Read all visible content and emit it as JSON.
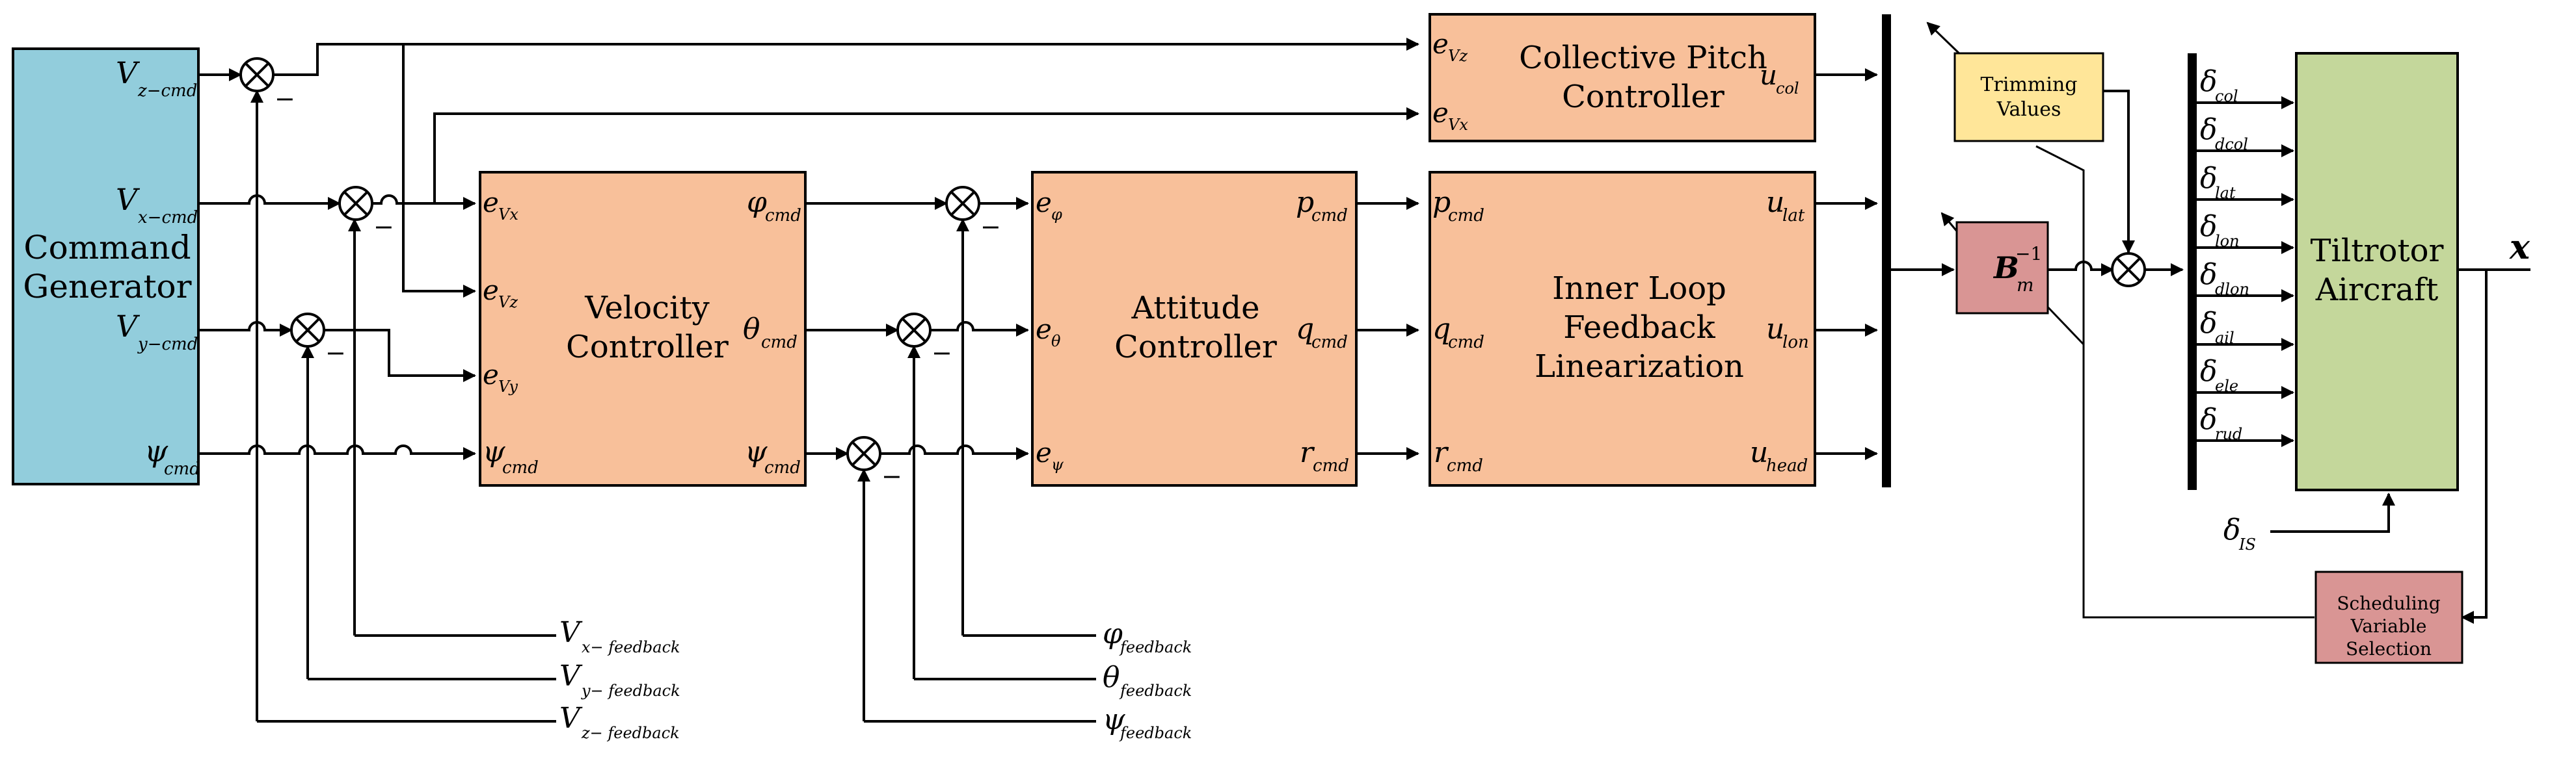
{
  "colors": {
    "command_generator": "#92CDDC",
    "controller": "#F8C09A",
    "trimming": "#FFE699",
    "binv": "#D99594",
    "scheduling": "#D99594",
    "aircraft": "#C4D79B"
  },
  "blocks": {
    "command_generator": {
      "label_line1": "Command",
      "label_line2": "Generator"
    },
    "collective_pitch": {
      "label_line1": "Collective Pitch",
      "label_line2": "Controller"
    },
    "velocity": {
      "label_line1": "Velocity",
      "label_line2": "Controller"
    },
    "attitude": {
      "label_line1": "Attitude",
      "label_line2": "Controller"
    },
    "inner_loop": {
      "label_line1": "Inner Loop",
      "label_line2": "Feedback",
      "label_line3": "Linearization"
    },
    "trimming": {
      "label_line1": "Trimming",
      "label_line2": "Values"
    },
    "binv": {
      "base": "B",
      "sup": "−1",
      "sub": "m"
    },
    "scheduling": {
      "label_line1": "Scheduling",
      "label_line2": "Variable",
      "label_line3": "Selection"
    },
    "aircraft": {
      "label_line1": "Tiltrotor",
      "label_line2": "Aircraft"
    }
  },
  "signals": {
    "cmd": {
      "vz": {
        "base": "V",
        "sub": "z−cmd"
      },
      "vx": {
        "base": "V",
        "sub": "x−cmd"
      },
      "vy": {
        "base": "V",
        "sub": "y−cmd"
      },
      "psi": {
        "base": "ψ",
        "sub": "cmd"
      }
    },
    "cpc_in": {
      "evz": {
        "base": "e",
        "sub": "Vz"
      },
      "evx": {
        "base": "e",
        "sub": "Vx"
      },
      "out": {
        "base": "u",
        "sub": "col"
      }
    },
    "vel_in": {
      "evx": {
        "base": "e",
        "sub": "Vx"
      },
      "evz": {
        "base": "e",
        "sub": "Vz"
      },
      "evy": {
        "base": "e",
        "sub": "Vy"
      },
      "psi": {
        "base": "ψ",
        "sub": "cmd"
      }
    },
    "vel_out": {
      "phi": {
        "base": "φ",
        "sub": "cmd"
      },
      "theta": {
        "base": "θ",
        "sub": "cmd"
      },
      "psi": {
        "base": "ψ",
        "sub": "cmd"
      }
    },
    "att_in": {
      "ephi": {
        "base": "e",
        "sub": "φ"
      },
      "etheta": {
        "base": "e",
        "sub": "θ"
      },
      "epsi": {
        "base": "e",
        "sub": "ψ"
      }
    },
    "att_out": {
      "p": {
        "base": "p",
        "sub": "cmd"
      },
      "q": {
        "base": "q",
        "sub": "cmd"
      },
      "r": {
        "base": "r",
        "sub": "cmd"
      }
    },
    "il_in": {
      "p": {
        "base": "p",
        "sub": "cmd"
      },
      "q": {
        "base": "q",
        "sub": "cmd"
      },
      "r": {
        "base": "r",
        "sub": "cmd"
      }
    },
    "il_out": {
      "lat": {
        "base": "u",
        "sub": "lat"
      },
      "lon": {
        "base": "u",
        "sub": "lon"
      },
      "head": {
        "base": "u",
        "sub": "head"
      }
    },
    "deltas": [
      {
        "base": "δ",
        "sub": "col"
      },
      {
        "base": "δ",
        "sub": "dcol"
      },
      {
        "base": "δ",
        "sub": "lat"
      },
      {
        "base": "δ",
        "sub": "lon"
      },
      {
        "base": "δ",
        "sub": "dlon"
      },
      {
        "base": "δ",
        "sub": "ail"
      },
      {
        "base": "δ",
        "sub": "ele"
      },
      {
        "base": "δ",
        "sub": "rud"
      }
    ],
    "delta_is": {
      "base": "δ",
      "sub": "IS"
    },
    "state_out": "x",
    "feedback": {
      "vx": {
        "base": "V",
        "sub": "x− feedback"
      },
      "vy": {
        "base": "V",
        "sub": "y− feedback"
      },
      "vz": {
        "base": "V",
        "sub": "z− feedback"
      },
      "phi": {
        "base": "φ",
        "sub": "feedback"
      },
      "theta": {
        "base": "θ",
        "sub": "feedback"
      },
      "psi": {
        "base": "ψ",
        "sub": "feedback"
      }
    },
    "minus_sign": "−"
  }
}
